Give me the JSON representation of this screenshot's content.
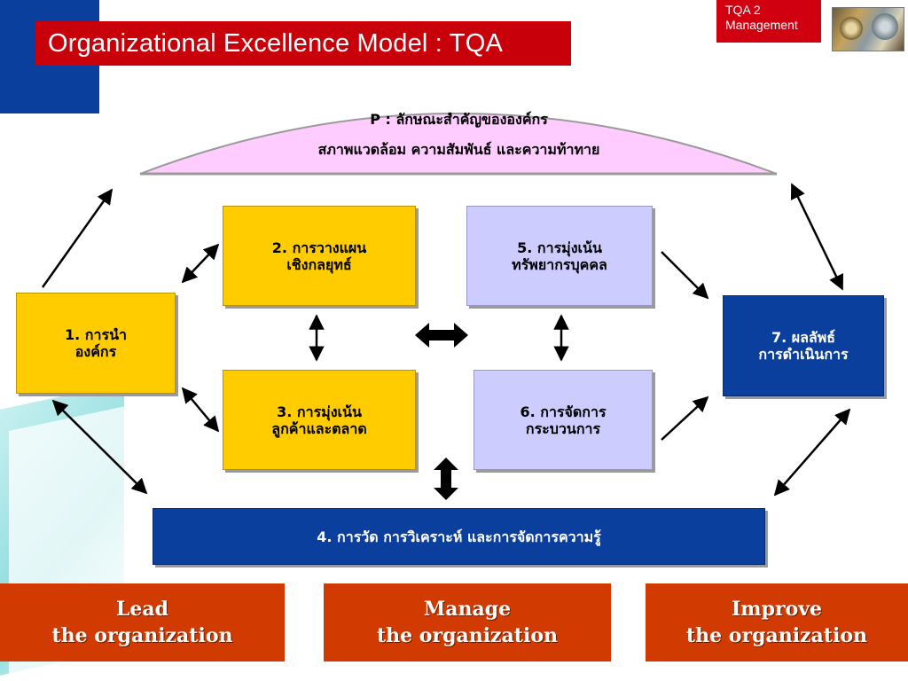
{
  "header": {
    "title": "Organizational Excellence Model : TQA",
    "badge_line1": "TQA 2",
    "badge_line2": "Management"
  },
  "profile": {
    "line1": "P : ลักษณะสำคัญขององค์กร",
    "line2": "สภาพแวดล้อม ความสัมพันธ์ และความท้าทาย"
  },
  "boxes": {
    "b1": {
      "num": "1.",
      "line1": "การนำ",
      "line2": "องค์กร"
    },
    "b2": {
      "num": "2.",
      "line1": "การวางแผน",
      "line2": "เชิงกลยุทธ์"
    },
    "b3": {
      "num": "3.",
      "line1": "การมุ่งเน้น",
      "line2": "ลูกค้าและตลาด"
    },
    "b4": {
      "num": "4.",
      "line1": "การวัด การวิเคราะห์ และการจัดการความรู้"
    },
    "b5": {
      "num": "5.",
      "line1": "การมุ่งเน้น",
      "line2": "ทรัพยากรบุคคล"
    },
    "b6": {
      "num": "6.",
      "line1": "การจัดการ",
      "line2": "กระบวนการ"
    },
    "b7": {
      "num": "7.",
      "line1": "ผลลัพธ์",
      "line2": "การดำเนินการ"
    }
  },
  "footer": [
    {
      "line1": "Lead",
      "line2": "the organization"
    },
    {
      "line1": "Manage",
      "line2": "the organization"
    },
    {
      "line1": "Improve",
      "line2": "the organization"
    }
  ],
  "colors": {
    "title_bg": "#c8000a",
    "navy": "#0b3f9e",
    "yellow": "#ffcc00",
    "lavender": "#ccccff",
    "arch": "#ffccff",
    "footer_bg": "#d13a00"
  }
}
